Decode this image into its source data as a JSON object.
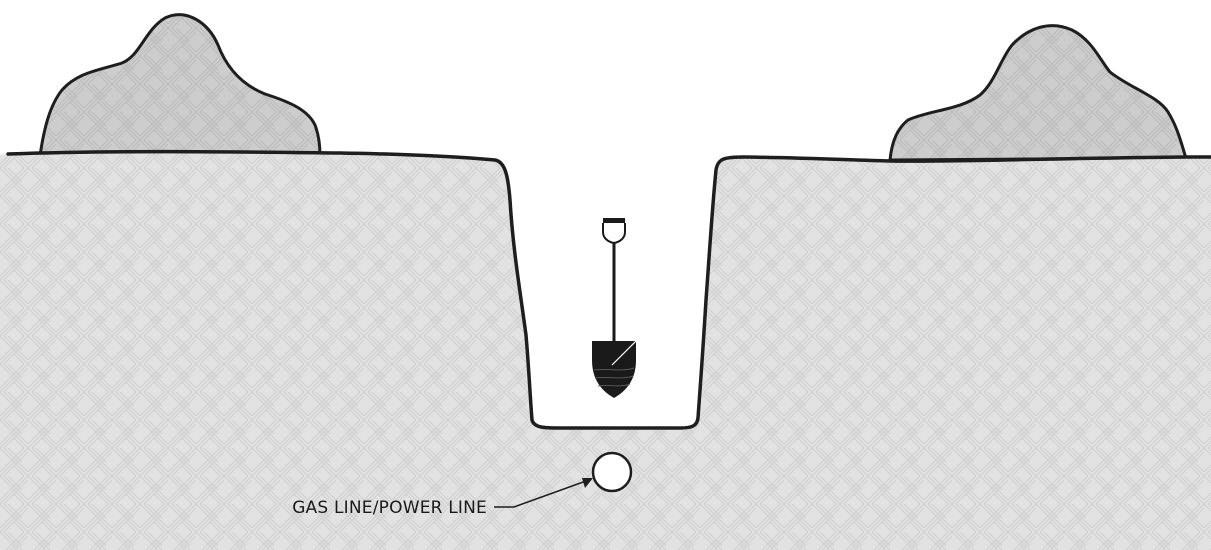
{
  "diagram": {
    "labels": {
      "pipe_label": "GAS LINE/POWER LINE"
    },
    "colors": {
      "ground_fill": "#e2e2e2",
      "spoil_pile_fill": "#cdcdcd",
      "outline": "#1e1e1e",
      "shovel": "#1a1a1a",
      "pipe_fill": "#ffffff"
    },
    "icons": [
      "shovel-icon",
      "pipe-icon",
      "spoil-pile-left",
      "spoil-pile-right",
      "trench"
    ]
  }
}
